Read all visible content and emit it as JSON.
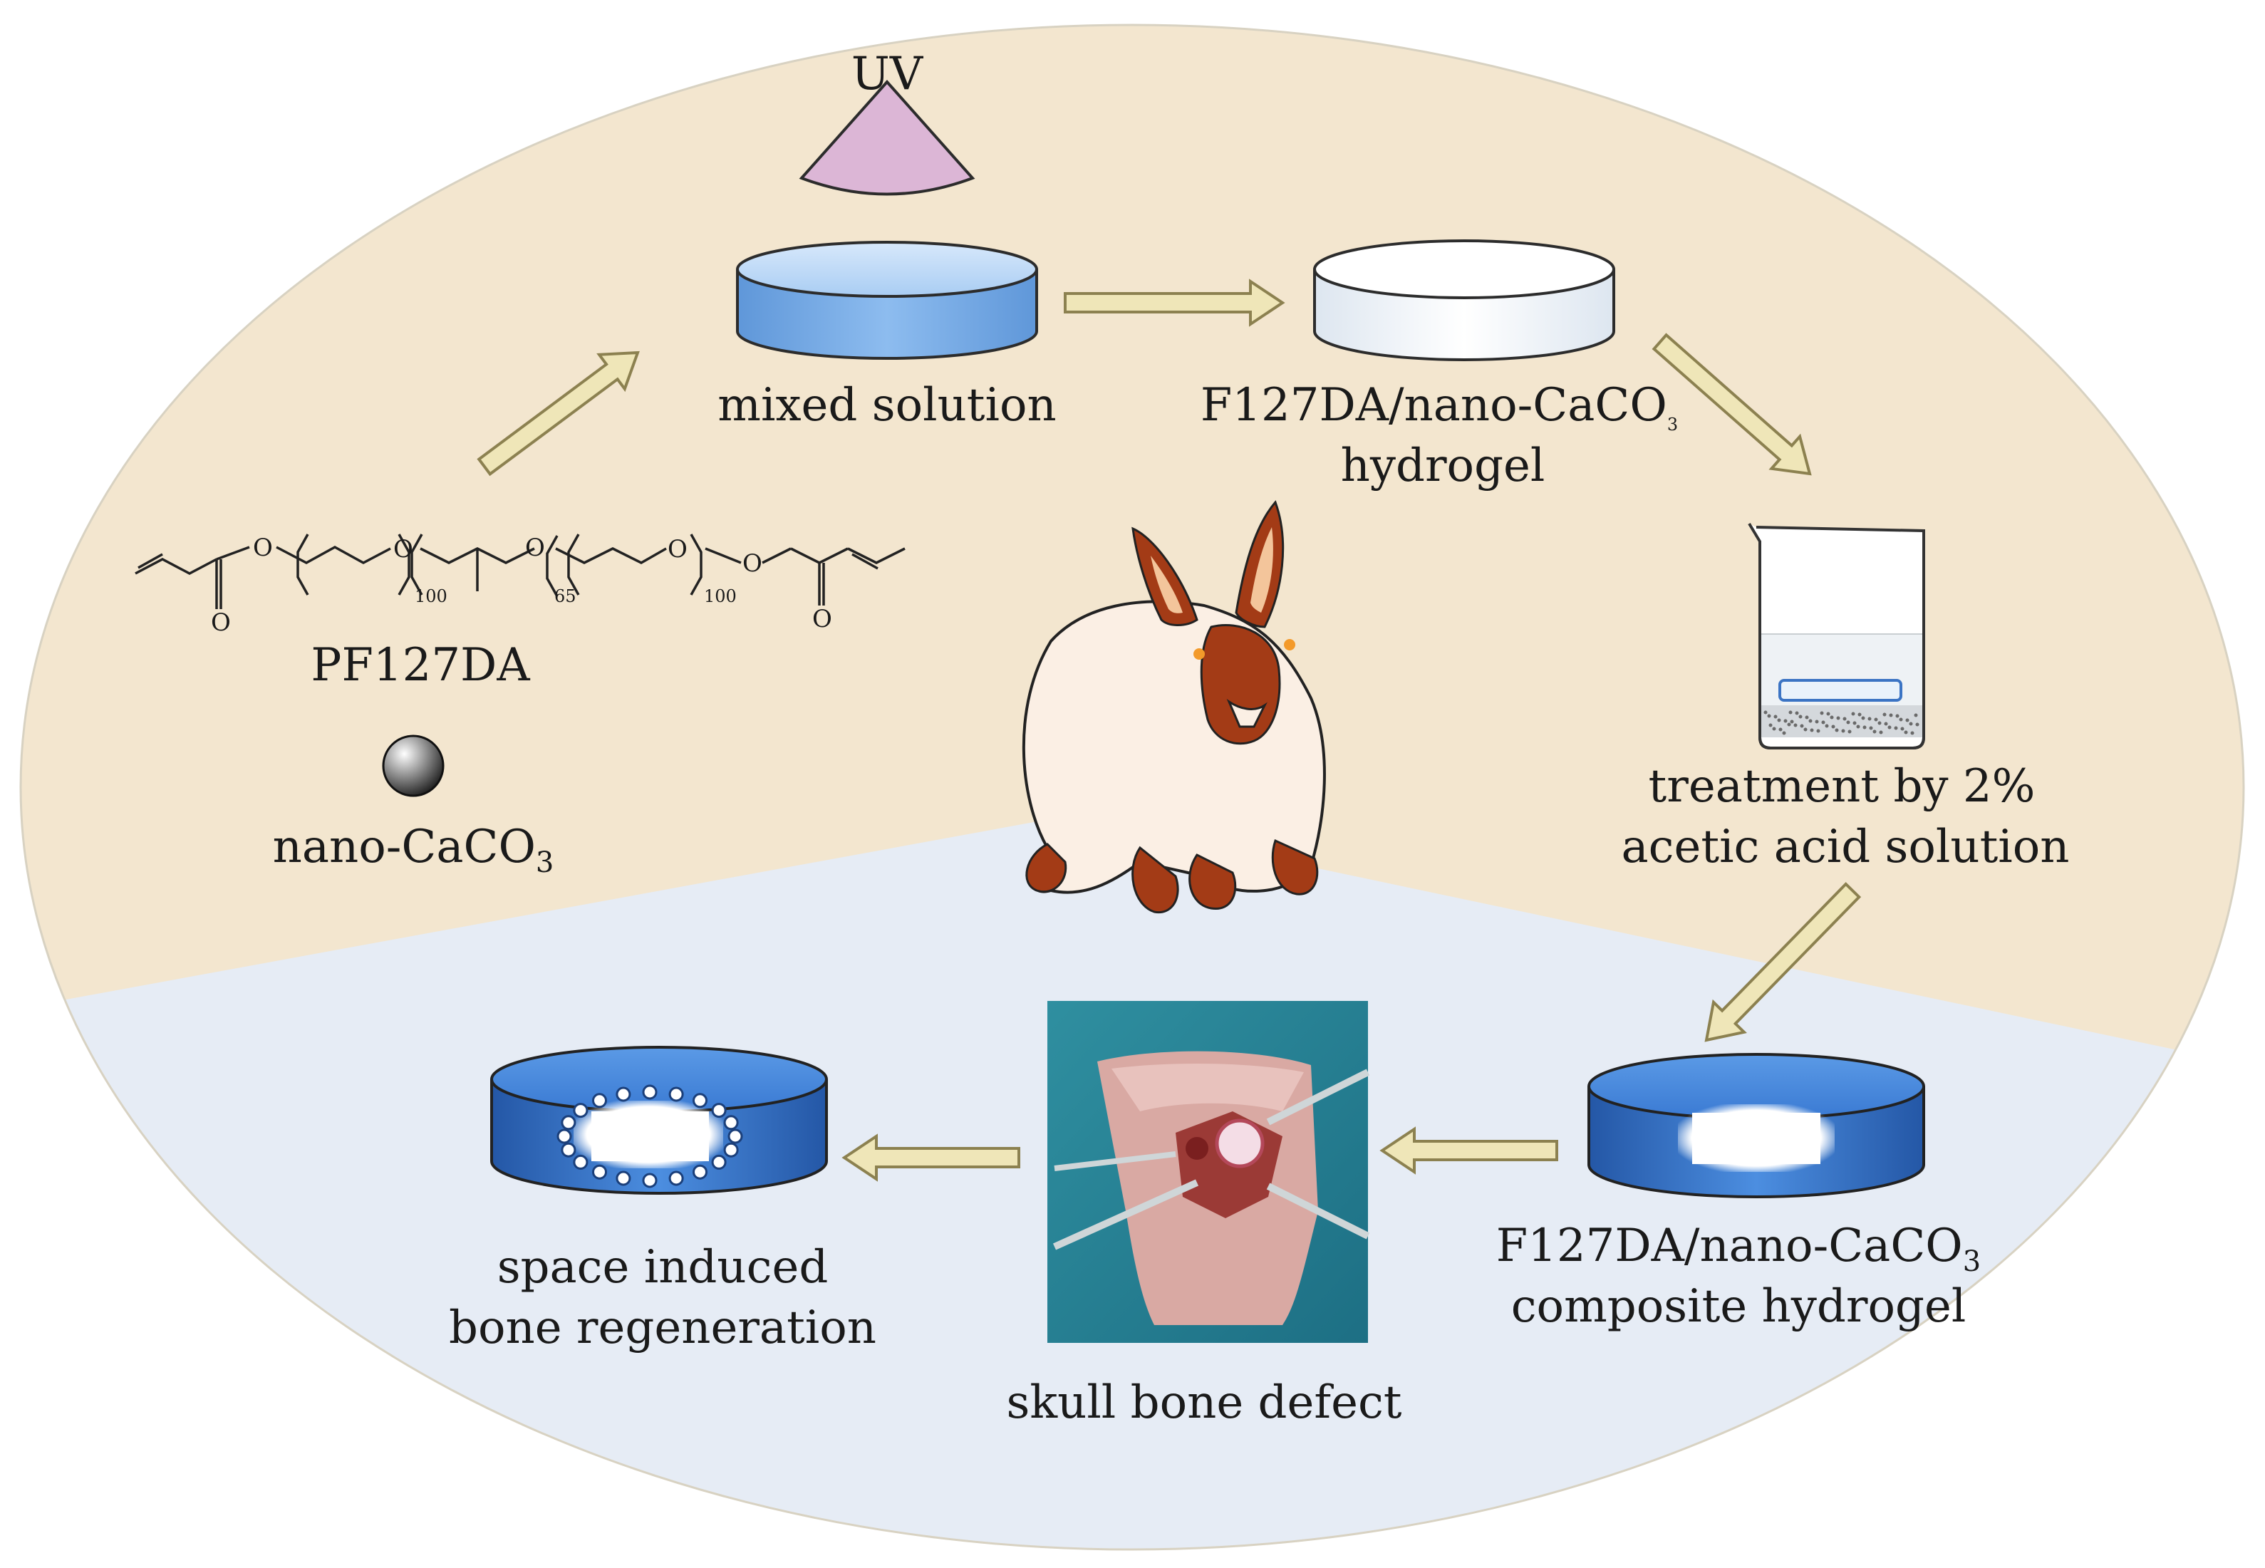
{
  "labels": {
    "uv": "UV",
    "mixed_solution": "mixed solution",
    "hydrogel_line1_prefix": "F127DA/nano-CaCO",
    "hydrogel_line1_sub": "3",
    "hydrogel_line2": "hydrogel",
    "treatment_line1": "treatment by 2%",
    "treatment_line2": "acetic acid solution",
    "composite_line1_prefix": "F127DA/nano-CaCO",
    "composite_line1_sub": "3",
    "composite_line2": "composite hydrogel",
    "skull_defect": "skull bone defect",
    "regen_line1": "space induced",
    "regen_line2": "bone regeneration",
    "pf127da": "PF127DA",
    "nano_prefix": "nano-CaCO",
    "nano_sub": "3"
  },
  "structure_subscripts": {
    "n1": "100",
    "n2": "65",
    "n3": "100",
    "atom_o": "O"
  },
  "colors": {
    "upper_background": "#f3e6cf",
    "lower_background": "#e6ecf5",
    "arrow_fill": "#efe6b8",
    "arrow_stroke": "#8c8150",
    "disk_light_blue": "#9cc3ee",
    "disk_blue": "#3c7fd6",
    "uv_cone": "#dcb6d6",
    "rabbit_body": "#fbefe4",
    "rabbit_brown": "#a33b16"
  }
}
